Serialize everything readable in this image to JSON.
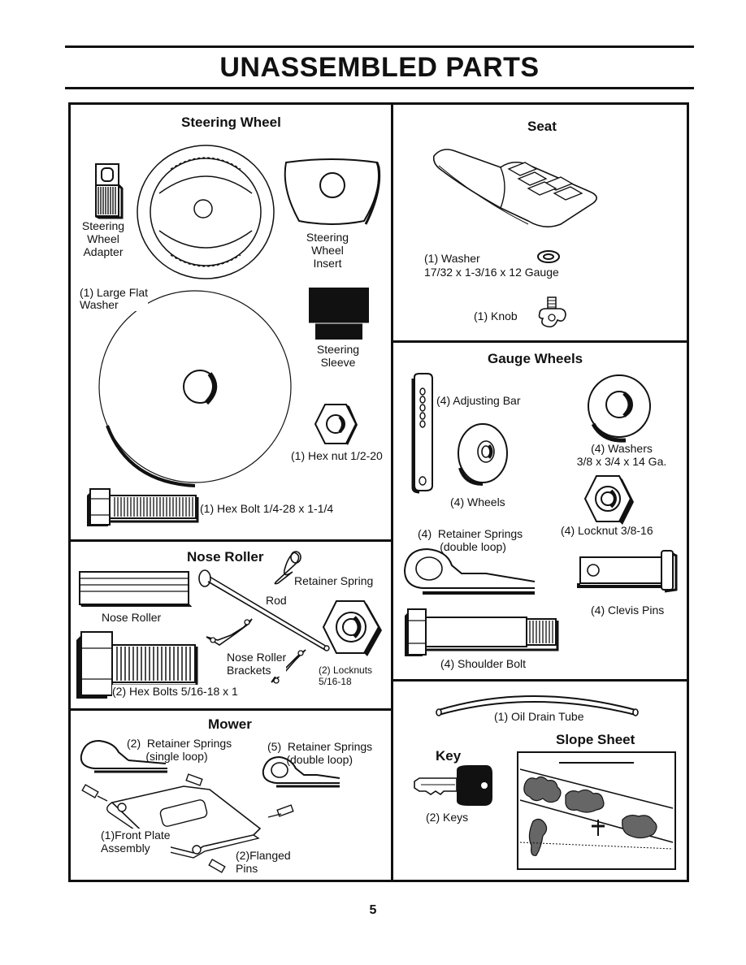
{
  "title": "UNASSEMBLED PARTS",
  "page_number": "5",
  "steering": {
    "heading": "Steering Wheel",
    "adapter": "Steering\nWheel\nAdapter",
    "insert": "Steering\nWheel\nInsert",
    "washer": "(1) Large Flat\nWasher",
    "sleeve": "Steering\nSleeve",
    "hex_nut": "(1) Hex nut  1/2-20",
    "hex_bolt": "(1) Hex Bolt  1/4-28 x 1-1/4"
  },
  "nose_roller": {
    "heading": "Nose Roller",
    "retainer_spring": "Retainer Spring",
    "rod": "Rod",
    "nose_roller": "Nose Roller",
    "brackets": "Nose Roller\nBrackets",
    "locknuts": "(2) Locknuts\n5/16-18",
    "hex_bolts": "(2) Hex Bolts  5/16-18 x 1"
  },
  "mower": {
    "heading": "Mower",
    "single_loop": "(2)  Retainer Springs\n      (single loop)",
    "double_loop": "(5)  Retainer Springs\n      (double loop)",
    "front_plate": "(1)Front Plate\nAssembly",
    "flanged_pins": "(2)Flanged\nPins"
  },
  "seat": {
    "heading": "Seat",
    "washer": "(1) Washer",
    "washer_size": "17/32 x 1-3/16 x 12 Gauge",
    "knob": "(1) Knob"
  },
  "gauge_wheels": {
    "heading": "Gauge Wheels",
    "adjusting_bar": "(4) Adjusting Bar",
    "washers": "(4) Washers\n3/8 x 3/4 x 14 Ga.",
    "wheels": "(4) Wheels",
    "retainer_springs": "(4)  Retainer Springs\n       (double loop)",
    "locknut": "(4) Locknut  3/8-16",
    "clevis_pins": "(4) Clevis Pins",
    "shoulder_bolt": "(4) Shoulder Bolt"
  },
  "misc": {
    "oil_drain_tube": "(1) Oil Drain Tube",
    "slope_sheet": "Slope Sheet",
    "key_heading": "Key",
    "keys": "(2) Keys"
  }
}
